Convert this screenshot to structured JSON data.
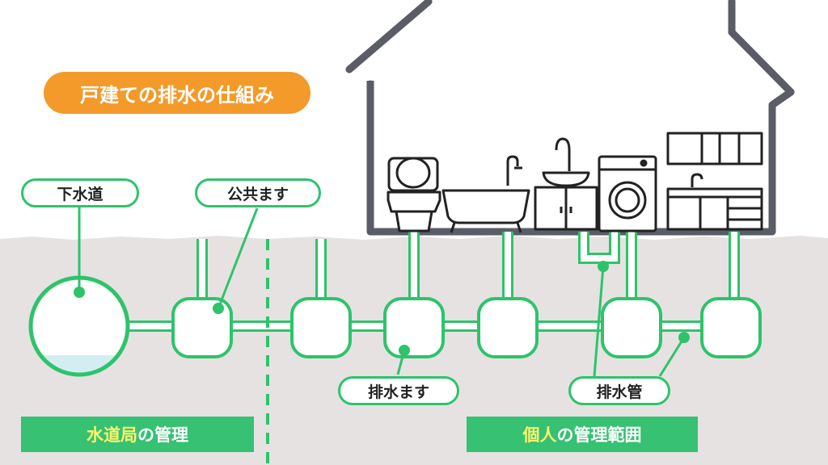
{
  "title": "戸建ての排水の仕組み",
  "labels": {
    "sewer": "下水道",
    "public_basin": "公共ます",
    "drain_basin": "排水ます",
    "drain_pipe": "排水管"
  },
  "bands": {
    "left": {
      "highlight": "水道局",
      "rest": "の管理"
    },
    "right": {
      "highlight": "個人",
      "rest": "の管理範囲"
    }
  },
  "colors": {
    "pipe_green": "#2ec36b",
    "title_orange": "#f39a2b",
    "ground": "#e6e2e1",
    "house_outline": "#5a5d66",
    "highlight_yellow": "#fff46a"
  },
  "icons": [
    "toilet-icon",
    "bathtub-icon",
    "sink-icon",
    "washing-machine-icon",
    "kitchen-icon"
  ]
}
